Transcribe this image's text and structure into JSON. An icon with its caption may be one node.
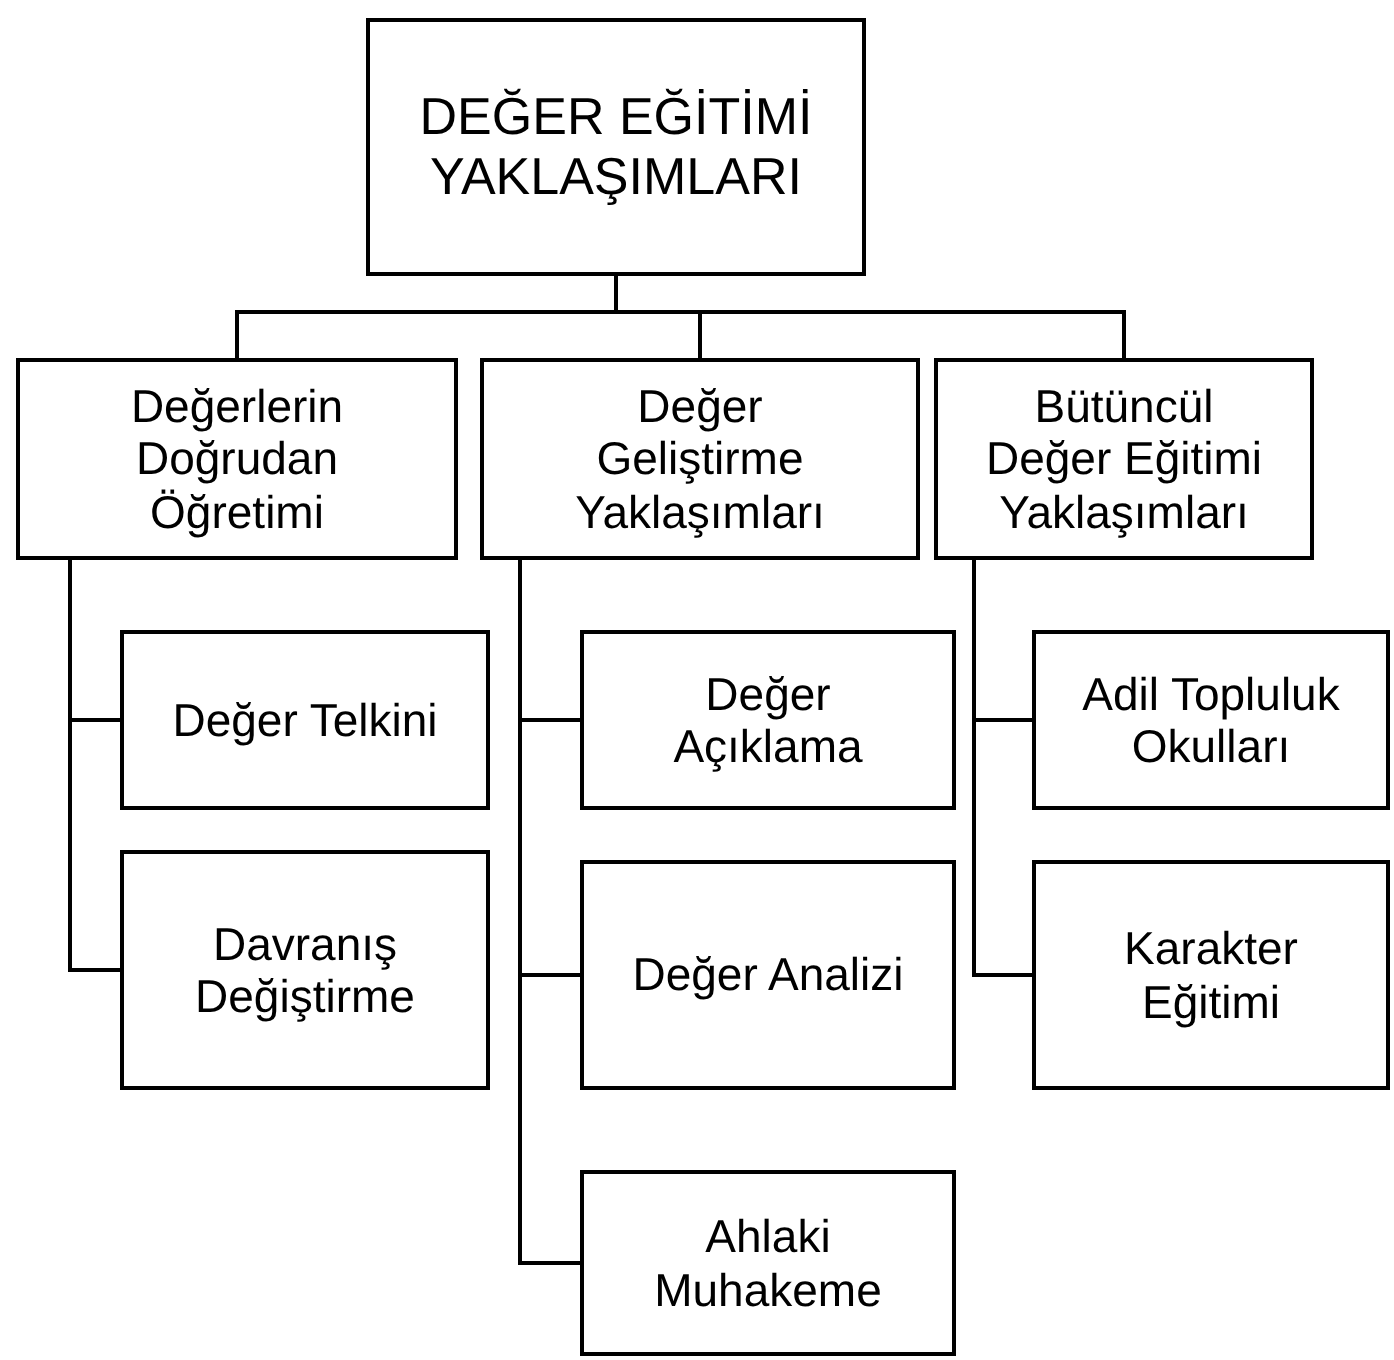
{
  "diagram": {
    "nodes": [
      {
        "text": [
          "DEĞER EĞİTİMİ YAKLAŞIMLARI"
        ]
      },
      {
        "text": [
          "Değerlerin Doğrudan Öğretimi"
        ]
      },
      {
        "text": [
          "Değer Geliştirme Yaklaşımları"
        ]
      },
      {
        "text": [
          "Bütüncül Değer Eğitimi Yaklaşımları"
        ]
      },
      {
        "text": [
          "Değer Telkini"
        ]
      },
      {
        "text": [
          "Davranış Değiştirme"
        ]
      },
      {
        "text": [
          "Değer Açıklama"
        ]
      },
      {
        "text": [
          "Değer Analizi"
        ]
      },
      {
        "text": [
          "Ahlaki Muhakeme"
        ]
      },
      {
        "text": [
          "Adil Topluluk Okulları"
        ]
      },
      {
        "text": [
          "Karakter Eğitimi"
        ]
      }
    ],
    "edges": [
      {
        "from": 0,
        "to": 1,
        "arrow": "none"
      },
      {
        "from": 0,
        "to": 2,
        "arrow": "none"
      },
      {
        "from": 0,
        "to": 3,
        "arrow": "none"
      },
      {
        "from": 1,
        "to": 4,
        "arrow": "none"
      },
      {
        "from": 1,
        "to": 5,
        "arrow": "none"
      },
      {
        "from": 2,
        "to": 6,
        "arrow": "none"
      },
      {
        "from": 2,
        "to": 7,
        "arrow": "none"
      },
      {
        "from": 2,
        "to": 8,
        "arrow": "none"
      },
      {
        "from": 3,
        "to": 9,
        "arrow": "none"
      },
      {
        "from": 3,
        "to": 10,
        "arrow": "none"
      }
    ]
  }
}
